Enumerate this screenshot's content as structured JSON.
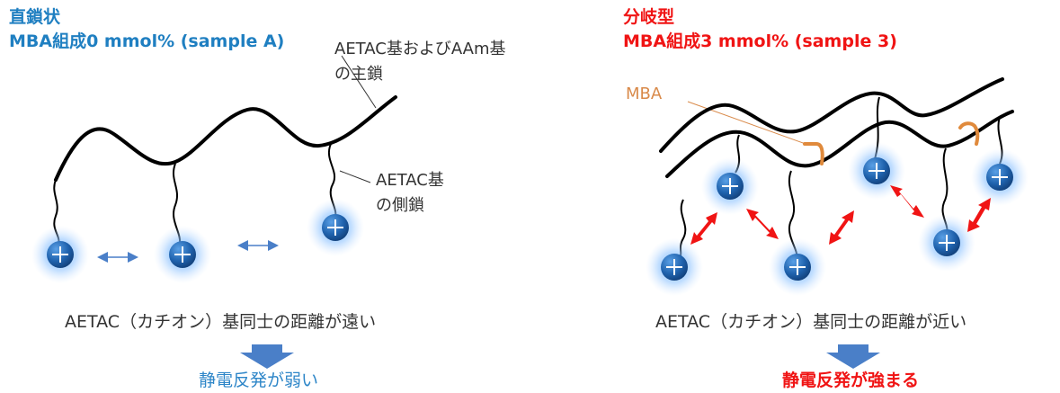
{
  "left_panel": {
    "title_line1": "直鎖状",
    "title_line2": "MBA組成0 mmol% (sample A)",
    "main_chain_label_line1": "AETAC基およびAAm基",
    "main_chain_label_line2": "の主鎖",
    "side_chain_label_line1": "AETAC基",
    "side_chain_label_line2": "の側鎖",
    "caption": "AETAC（カチオン）基同士の距離が遠い",
    "result": "静電反発が弱い"
  },
  "right_panel": {
    "title_line1": "分岐型",
    "title_line2": "MBA組成3 mmol% (sample 3)",
    "mba_label": "MBA",
    "caption": "AETAC（カチオン）基同士の距離が近い",
    "result": "静電反発が強まる"
  },
  "colors": {
    "blue_title": "#1f7fc1",
    "red_title": "#f01414",
    "mba": "#e08a3c",
    "ion": "#1a5fa8",
    "glow": "#5aa6ff",
    "arrow_down": "#4a7fc8",
    "repulsion_arrow": "#f01414",
    "small_arrow": "#4a7fc8"
  },
  "icons": {
    "cation": "plus-in-circle",
    "result_arrow": "down-arrow"
  }
}
